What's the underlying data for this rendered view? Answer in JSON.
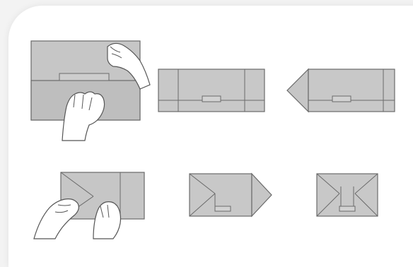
{
  "figure": {
    "kind": "instruction-illustration",
    "subject": "folding-steps",
    "step_count": 6
  },
  "colors": {
    "background": "#f3f3f3",
    "card": "#ffffff",
    "paper_fill": "#c4c4c4",
    "paper_light": "#cfcfcf",
    "line": "#6a6a6a",
    "hand_fill": "#ffffff"
  }
}
